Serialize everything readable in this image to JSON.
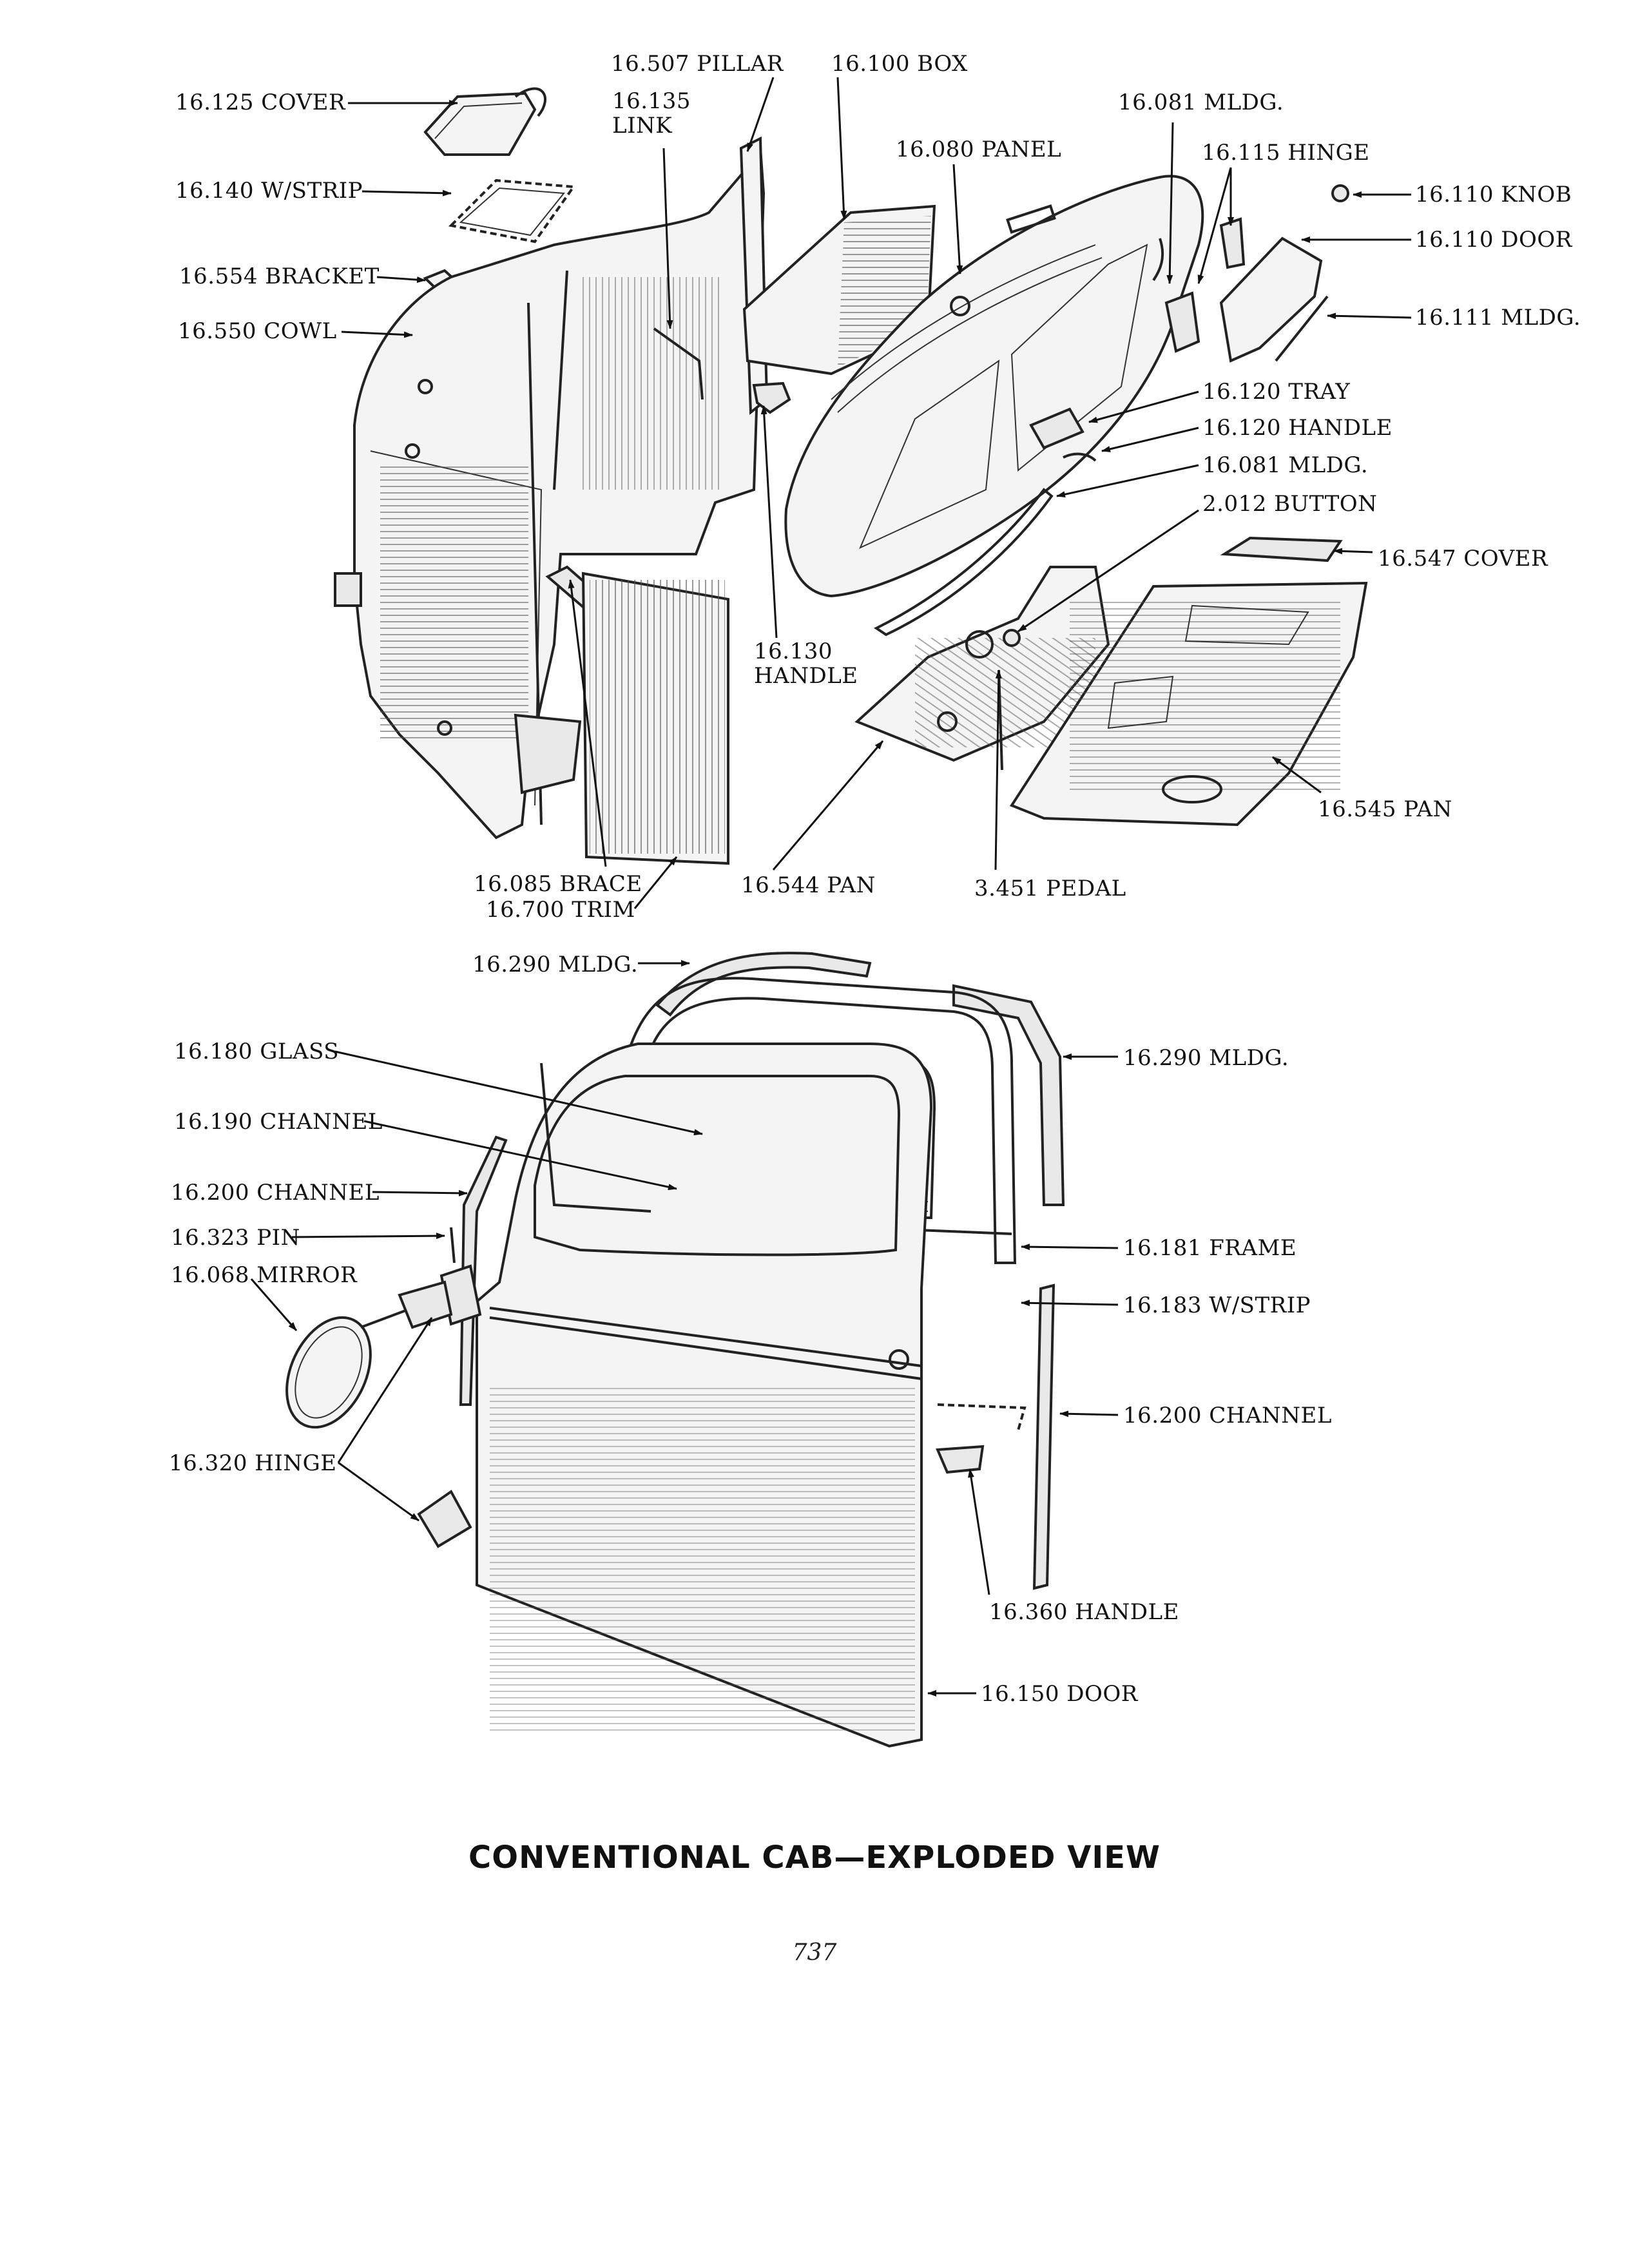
{
  "labels": {
    "cover_16125": "16.125 COVER",
    "wstrip_16140": "16.140 W/STRIP",
    "bracket_16554": "16.554 BRACKET",
    "cowl_16550": "16.550 COWL",
    "pillar_16507": "16.507 PILLAR",
    "link_16135": "16.135\nLINK",
    "box_16100": "16.100 BOX",
    "panel_16080": "16.080 PANEL",
    "mldg_16081_top": "16.081 MLDG.",
    "hinge_16115": "16.115 HINGE",
    "knob_16110": "16.110 KNOB",
    "door_16110": "16.110 DOOR",
    "mldg_16111": "16.111 MLDG.",
    "tray_16120": "16.120 TRAY",
    "handle_16120": "16.120 HANDLE",
    "mldg_16081_mid": "16.081 MLDG.",
    "button_2012": "2.012 BUTTON",
    "cover_16547": "16.547 COVER",
    "handle_16130": "16.130\nHANDLE",
    "pan_16545": "16.545 PAN",
    "brace_16085": "16.085 BRACE",
    "trim_16700": "16.700 TRIM",
    "pan_16544": "16.544 PAN",
    "pedal_3451": "3.451 PEDAL",
    "mldg_16290_left": "16.290 MLDG.",
    "glass_16180": "16.180 GLASS",
    "channel_16190": "16.190 CHANNEL",
    "channel_16200_left": "16.200 CHANNEL",
    "pin_16323": "16.323 PIN",
    "mirror_16068": "16.068 MIRROR",
    "hinge_16320": "16.320 HINGE",
    "mldg_16290_right": "16.290 MLDG.",
    "frame_16181": "16.181 FRAME",
    "wstrip_16183": "16.183 W/STRIP",
    "channel_16200_right": "16.200 CHANNEL",
    "handle_16360": "16.360 HANDLE",
    "door_16150": "16.150 DOOR"
  },
  "caption": "CONVENTIONAL CAB—EXPLODED VIEW",
  "page_number": "737"
}
